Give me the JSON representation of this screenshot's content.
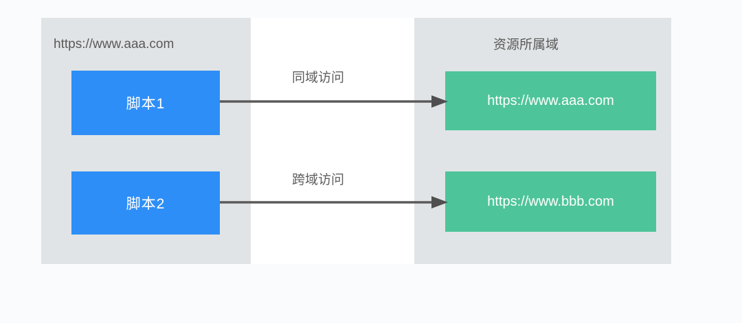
{
  "diagram": {
    "left_panel": {
      "caption": "https://www.aaa.com",
      "boxes": [
        {
          "label": "脚本1"
        },
        {
          "label": "脚本2"
        }
      ]
    },
    "right_panel": {
      "caption": "资源所属域",
      "boxes": [
        {
          "label": "https://www.aaa.com"
        },
        {
          "label": "https://www.bbb.com"
        }
      ]
    },
    "arrows": [
      {
        "label": "同域访问"
      },
      {
        "label": "跨域访问"
      }
    ],
    "colors": {
      "page_background": "#fafbfd",
      "panel_background": "#e1e4e6",
      "gap_background": "#ffffff",
      "script_box": "#2e8ef7",
      "resource_box": "#4ec49b",
      "arrow": "#5a5a5a",
      "caption_text": "#595959",
      "box_text": "#ffffff"
    }
  }
}
